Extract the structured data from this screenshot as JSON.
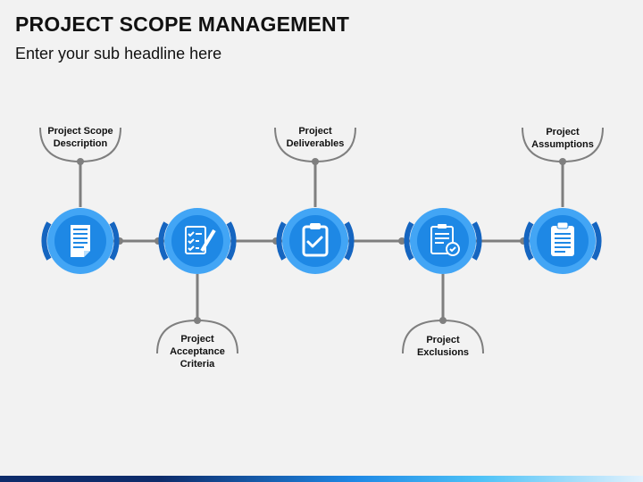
{
  "header": {
    "title": "PROJECT SCOPE MANAGEMENT",
    "subtitle": "Enter your sub headline here"
  },
  "colors": {
    "background": "#f2f2f2",
    "connector": "#7f7f7f",
    "ring_dark": "#1565c0",
    "ring_light": "#42a5f5",
    "disc": "#1e88e5",
    "footer_dark": "#0d2c6b",
    "footer_light": "#4fc3f7"
  },
  "steps": [
    {
      "label_lines": [
        "Project Scope",
        "Description"
      ],
      "icon": "document-icon",
      "label_position": "top"
    },
    {
      "label_lines": [
        "Project",
        "Acceptance",
        "Criteria"
      ],
      "icon": "checklist-pen-icon",
      "label_position": "bottom"
    },
    {
      "label_lines": [
        "Project",
        "Deliverables"
      ],
      "icon": "clipboard-check-icon",
      "label_position": "top"
    },
    {
      "label_lines": [
        "Project",
        "Exclusions"
      ],
      "icon": "clipboard-approved-icon",
      "label_position": "bottom"
    },
    {
      "label_lines": [
        "Project",
        "Assumptions"
      ],
      "icon": "clipboard-list-icon",
      "label_position": "top"
    }
  ]
}
